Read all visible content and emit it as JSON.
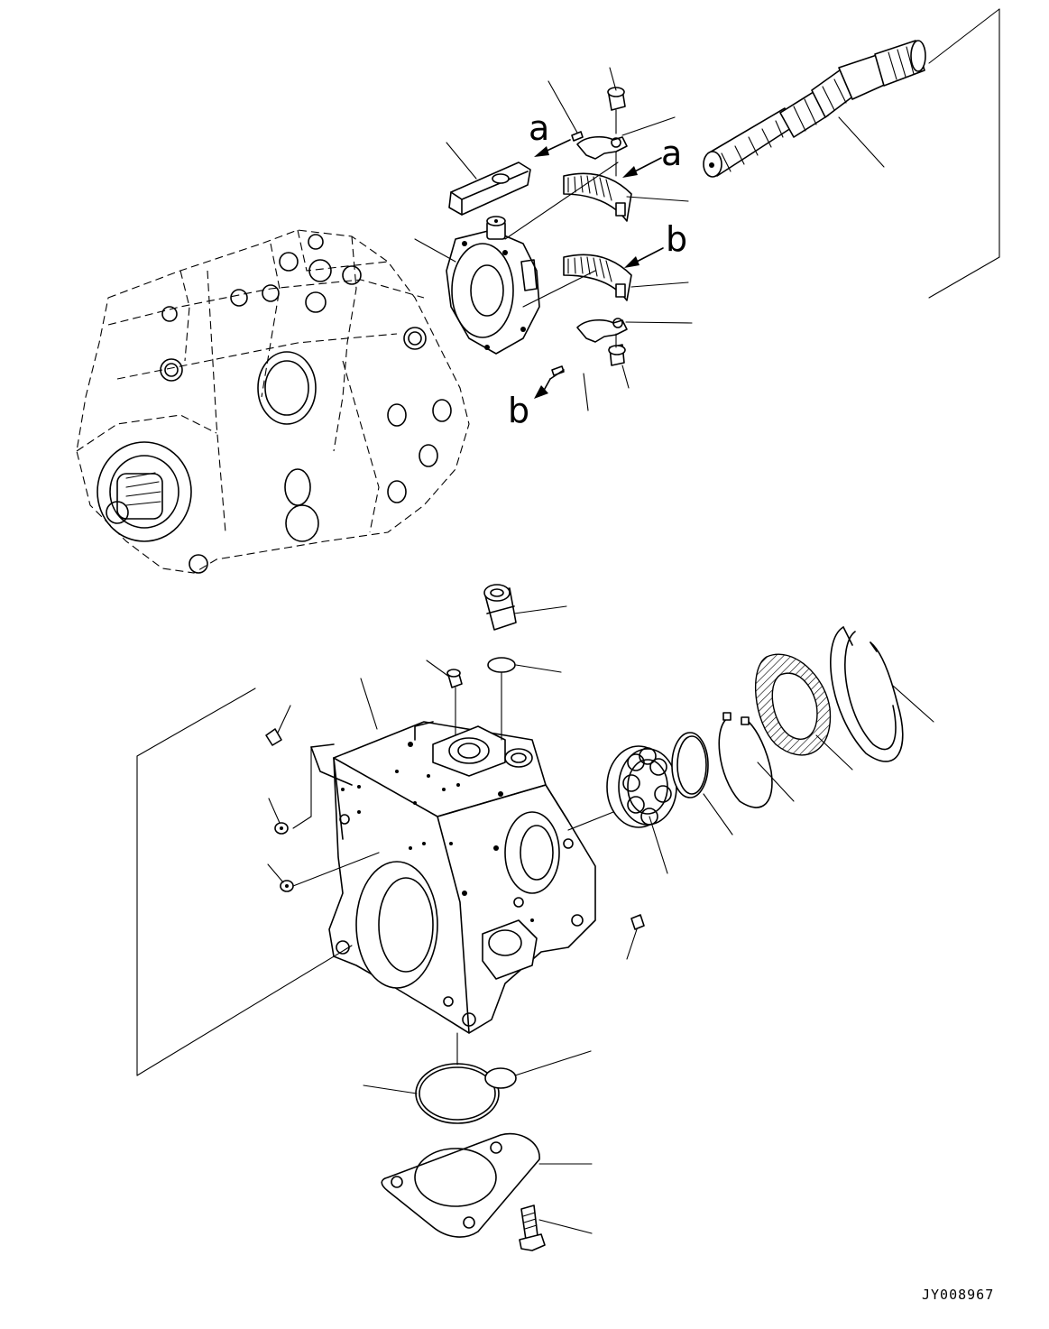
{
  "diagram": {
    "callout_letters": {
      "a_upper": "a",
      "a_lower": "a",
      "b_upper": "b",
      "b_lower": "b"
    },
    "drawing_code": "JY008967"
  }
}
